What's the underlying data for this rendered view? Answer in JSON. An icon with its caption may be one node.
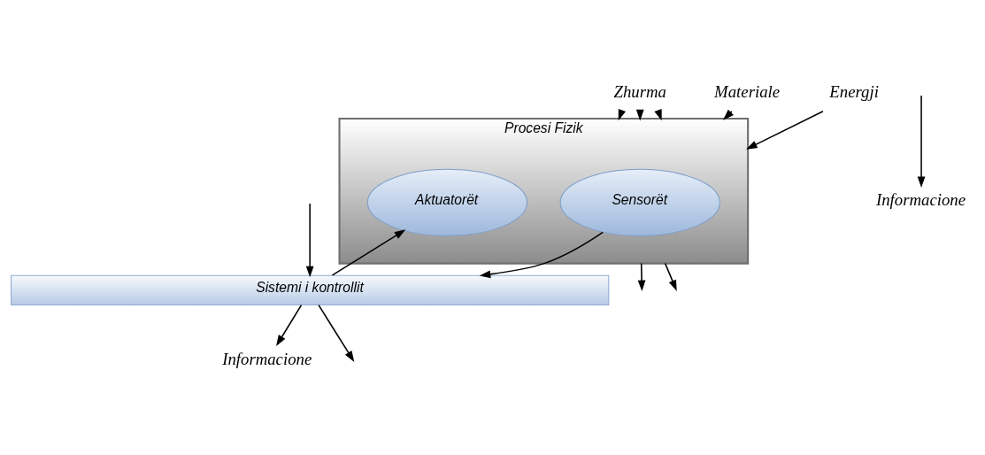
{
  "diagram": {
    "nodes": [
      {
        "text": [
          "Zhurma"
        ]
      },
      {
        "text": [
          "Materiale"
        ]
      },
      {
        "text": [
          "Energji"
        ]
      },
      {
        "text": [
          "Procesi Fizik"
        ]
      },
      {
        "text": [
          "Sensorët"
        ],
        "in": 3
      },
      {
        "text": [
          "Aktuatorët"
        ],
        "in": 3
      },
      {
        "text": [
          "Informacione"
        ]
      },
      {
        "text": [
          "Informacione"
        ]
      },
      {
        "text": [
          "Sistemi i kontrollit"
        ]
      }
    ],
    "edges": [
      {
        "from": 0,
        "to": 3,
        "arrow": "to"
      },
      {
        "from": 0,
        "to": 3,
        "arrow": "to"
      },
      {
        "from": 0,
        "to": 3,
        "arrow": "to"
      },
      {
        "from": 1,
        "to": 3,
        "arrow": "to"
      },
      {
        "from": 2,
        "to": 3,
        "arrow": "to"
      },
      {
        "from": 3,
        "to": null,
        "arrow": "to"
      },
      {
        "from": 3,
        "to": null,
        "arrow": "to"
      },
      {
        "from": 4,
        "to": 8,
        "arrow": "to"
      },
      {
        "from": 8,
        "to": 5,
        "arrow": "to"
      },
      {
        "from": null,
        "to": 8,
        "arrow": "to"
      },
      {
        "from": null,
        "to": 6,
        "arrow": "to"
      },
      {
        "from": 8,
        "to": null,
        "arrow": "to"
      },
      {
        "from": 8,
        "to": 7,
        "arrow": "to"
      }
    ]
  }
}
